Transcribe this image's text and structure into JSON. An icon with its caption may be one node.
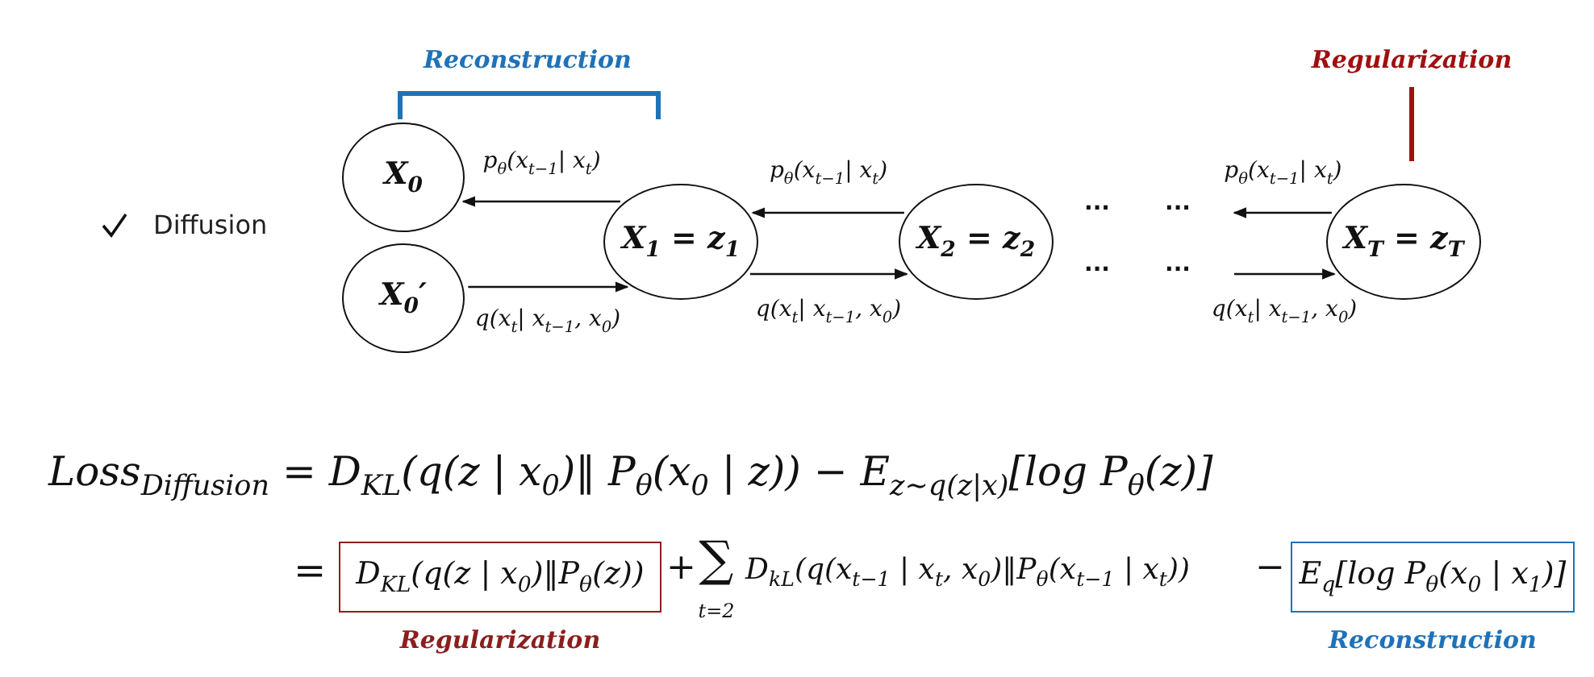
{
  "diagram": {
    "nodes": [
      {
        "text": [
          "X$_{0}$"
        ]
      },
      {
        "text": [
          "X$_{0}$′"
        ]
      },
      {
        "text": [
          "X$_{1}$ = z$_{1}$"
        ]
      },
      {
        "text": [
          "X$_{2}$ = z$_{2}$"
        ]
      },
      {
        "text": [
          "X$_{T}$ = z$_{T}$"
        ]
      },
      {
        "text": [
          "D$_{KL}$(q(z | x$_{0}$)‖P$_{θ}$(z))"
        ],
        "beside": [
          "Regularization"
        ]
      },
      {
        "text": [
          "E$_{q}$[log P$_{θ}$(x$_{0}$ | x$_{1}$)]"
        ],
        "beside": [
          "Reconstruction"
        ]
      }
    ],
    "edges": [
      {
        "from": 2,
        "to": 0,
        "arrow": "to",
        "label": "p$_{θ}$(x$_{t−1}$| x$_{t}$)"
      },
      {
        "from": 1,
        "to": 2,
        "arrow": "to",
        "label": "q(x$_{t}$| x$_{t−1}$, x$_{0}$)"
      },
      {
        "from": 3,
        "to": 2,
        "arrow": "to",
        "label": "p$_{θ}$(x$_{t−1}$| x$_{t}$)"
      },
      {
        "from": 2,
        "to": 3,
        "arrow": "to",
        "label": "q(x$_{t}$| x$_{t−1}$, x$_{0}$)"
      },
      {
        "from": 4,
        "to": null,
        "arrow": "to",
        "label": "p$_{θ}$(x$_{t−1}$| x$_{t}$)"
      },
      {
        "from": null,
        "to": 4,
        "arrow": "to",
        "label": "q(x$_{t}$| x$_{t−1}$, x$_{0}$)"
      }
    ],
    "labels": [
      "Reconstruction",
      "Regularization",
      "Diffusion",
      "...",
      "...",
      "...",
      "...",
      "Loss$_{Diffusion}$ = D$_{KL}$(q(z | x$_{0}$)‖ P$_{θ}$(x$_{0}$ | z)) − E$_{z∼q(z|x)}$[log P$_{θ}$(z)]",
      "=",
      "+",
      "∑",
      "t=2",
      "D$_{kL}$(q(x$_{t−1}$ | x$_{t}$, x$_{0}$)‖P$_{θ}$(x$_{t−1}$ | x$_{t}$))",
      "−"
    ]
  }
}
